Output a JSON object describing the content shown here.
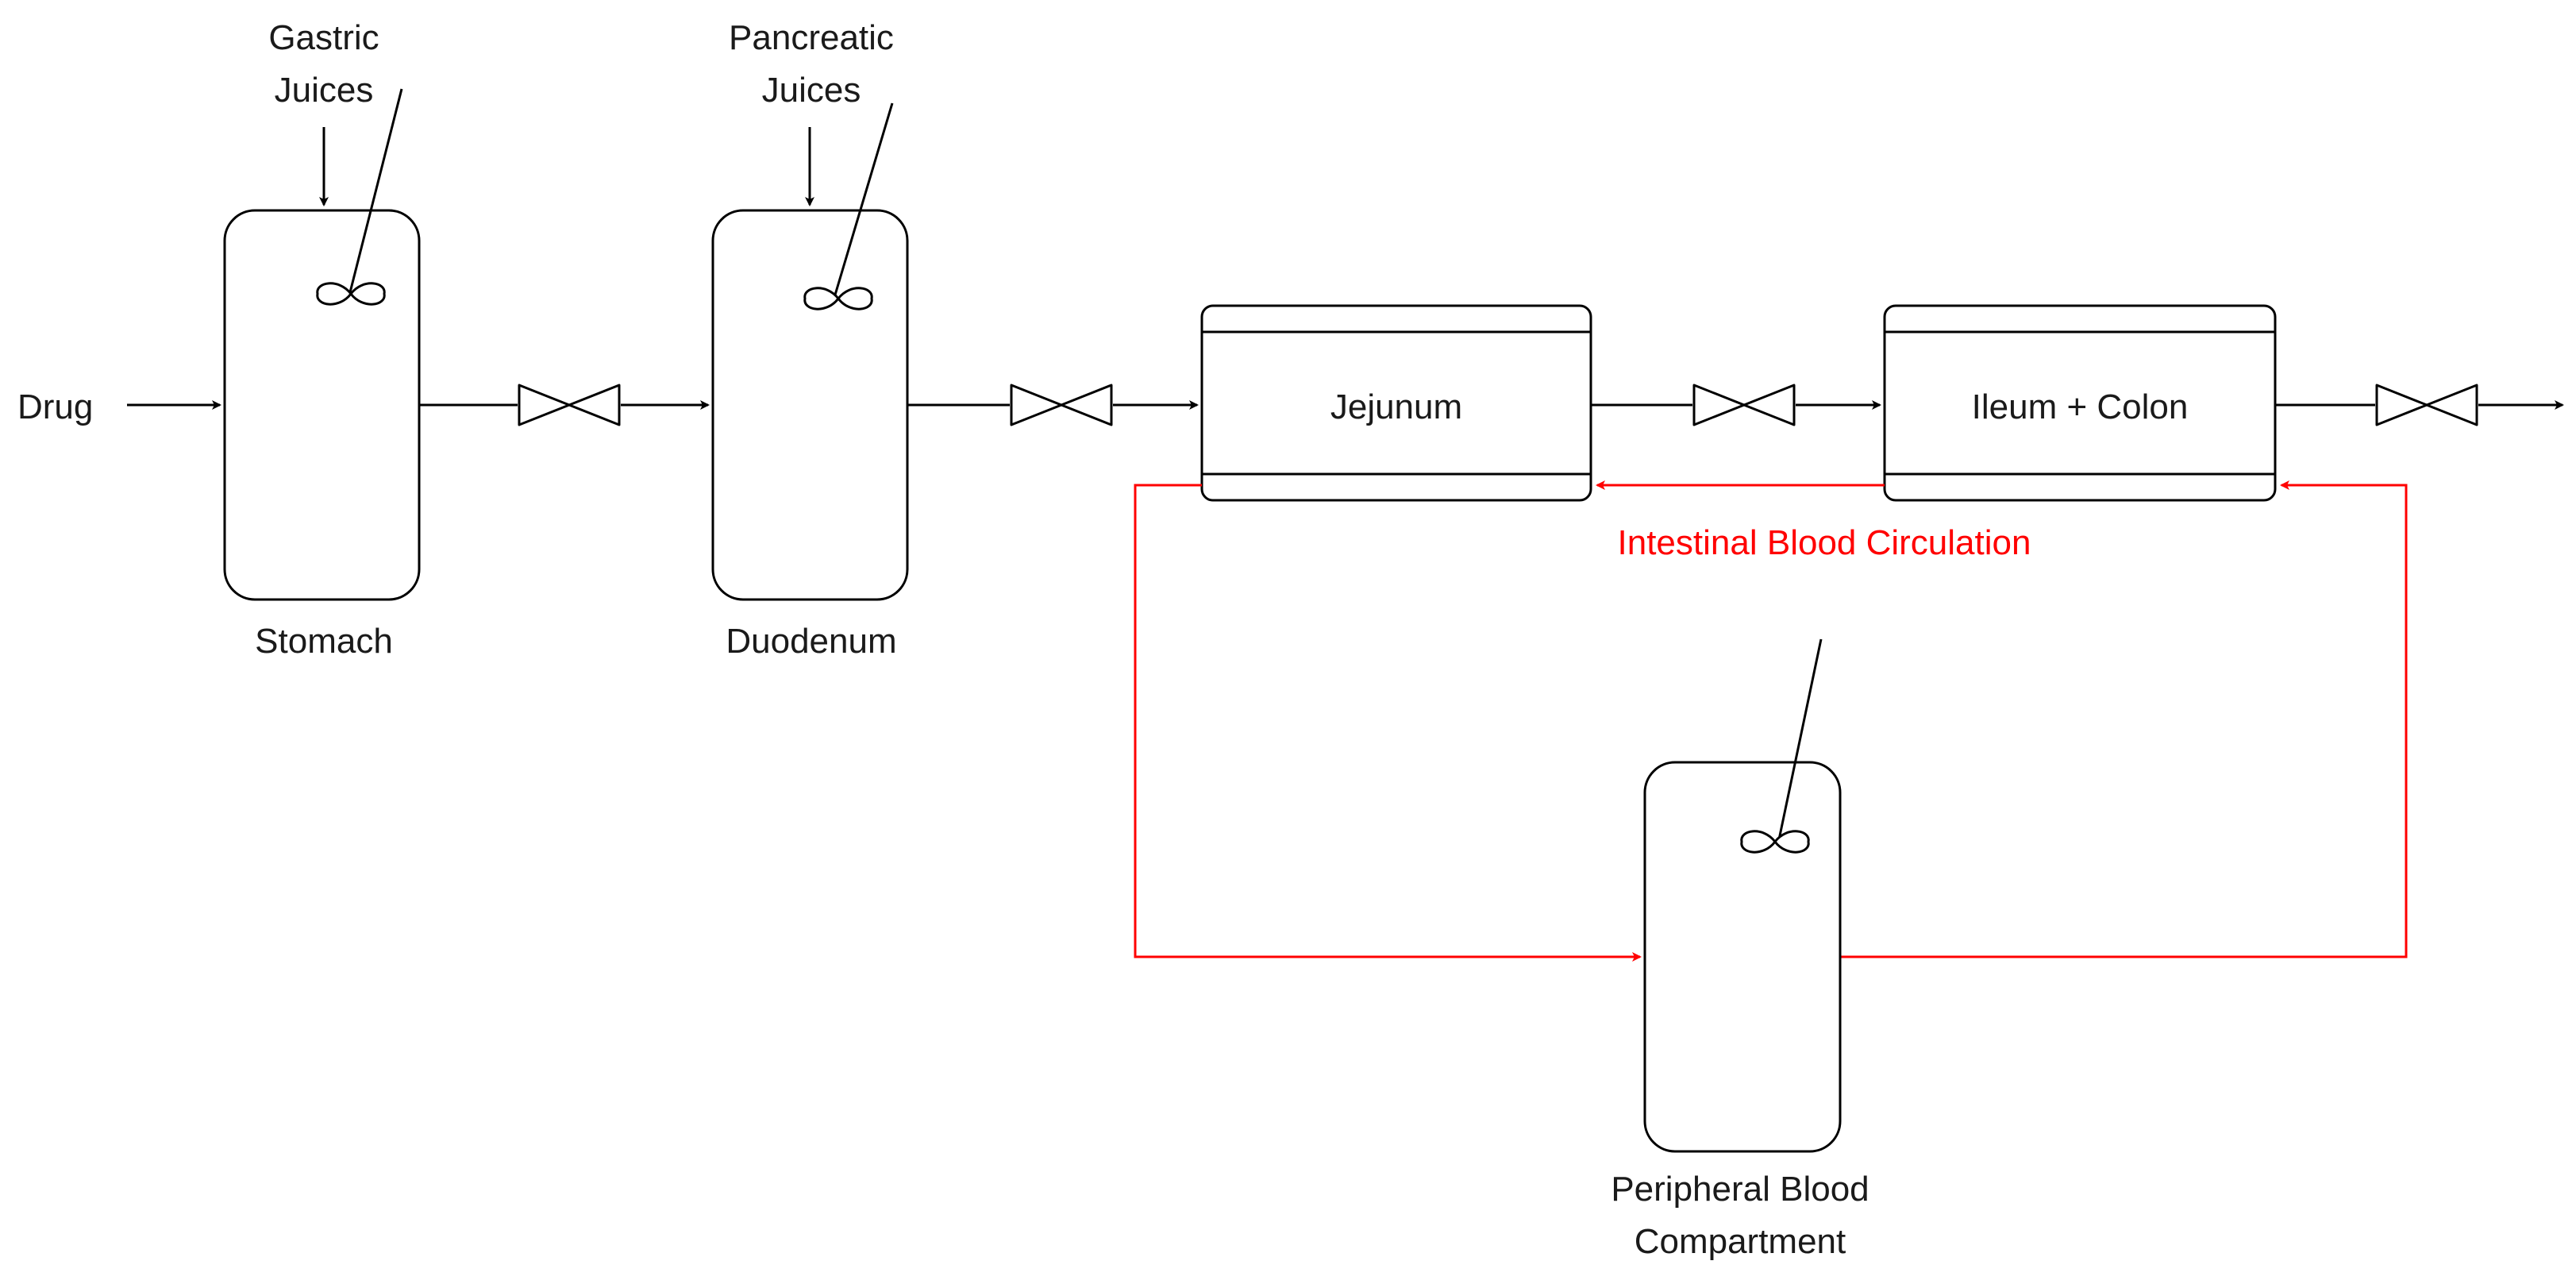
{
  "labels": {
    "drug": "Drug",
    "gastric_1": "Gastric",
    "gastric_2": "Juices",
    "pancreatic_1": "Pancreatic",
    "pancreatic_2": "Juices",
    "stomach": "Stomach",
    "duodenum": "Duodenum",
    "jejunum": "Jejunum",
    "ileum_colon": "Ileum + Colon",
    "circulation": "Intestinal Blood Circulation",
    "peripheral_1": "Peripheral Blood",
    "peripheral_2": "Compartment"
  },
  "colors": {
    "stroke": "#000000",
    "circulation": "#ff0000"
  },
  "icons": {
    "valve": "valve-icon",
    "agitator": "agitator-icon"
  }
}
